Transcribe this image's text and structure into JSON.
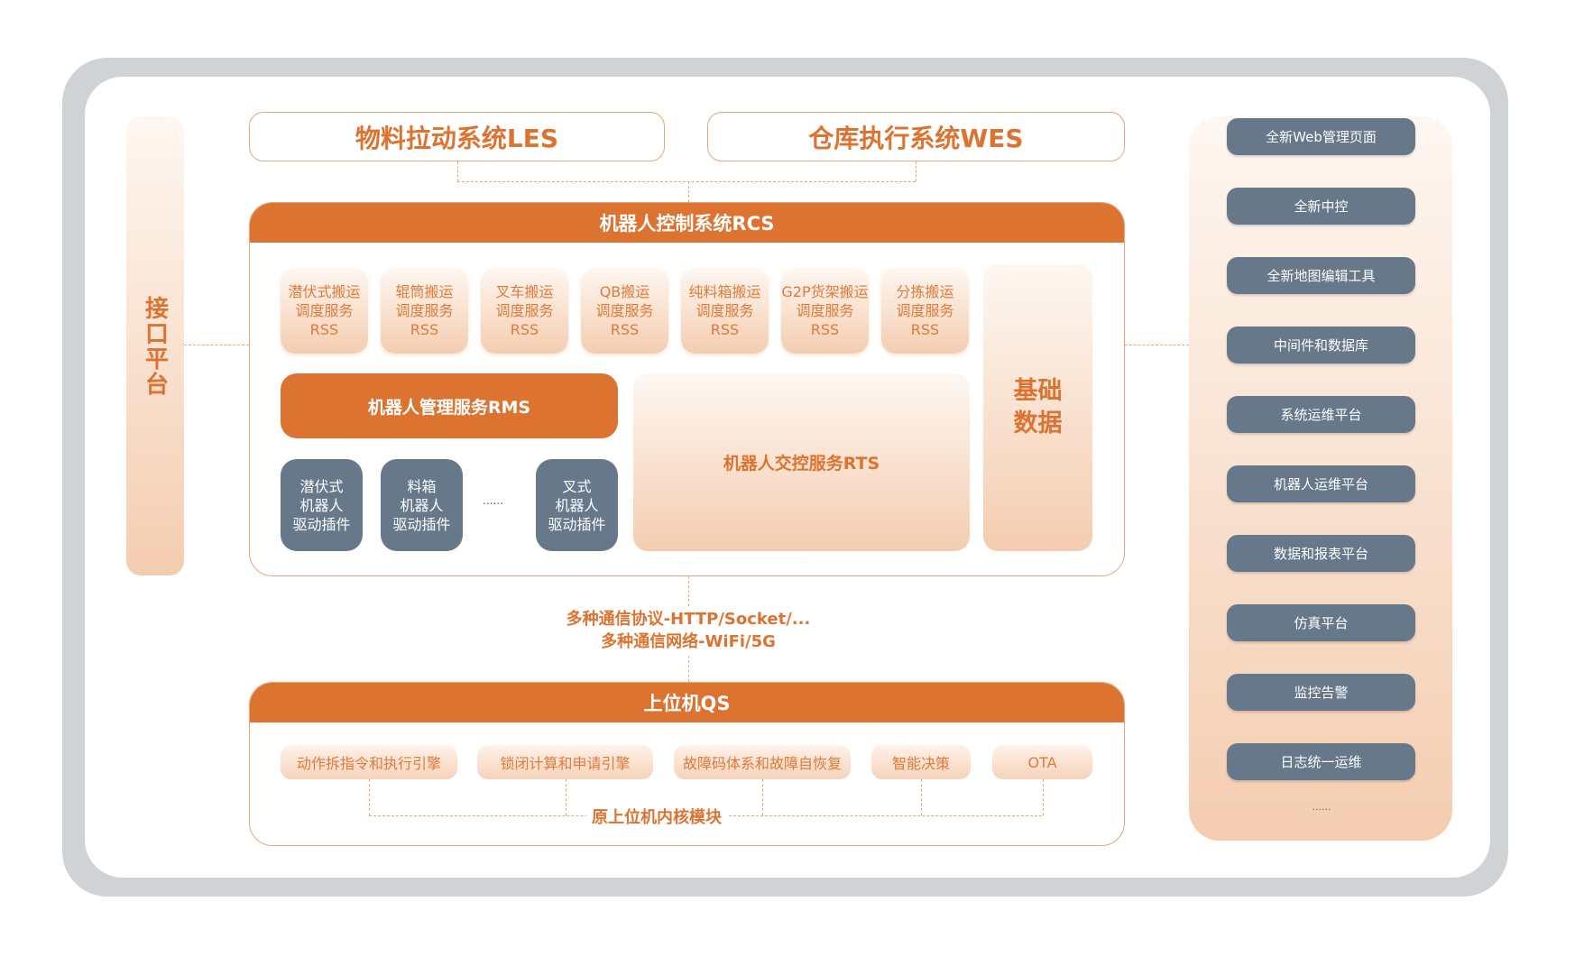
{
  "interface_platform": "接口平台",
  "top_systems": [
    "物料拉动系统LES",
    "仓库执行系统WES"
  ],
  "rcs": {
    "title": "机器人控制系统RCS",
    "rss": [
      [
        "潜伏式搬运",
        "调度服务",
        "RSS"
      ],
      [
        "辊筒搬运",
        "调度服务",
        "RSS"
      ],
      [
        "叉车搬运",
        "调度服务",
        "RSS"
      ],
      [
        "QB搬运",
        "调度服务",
        "RSS"
      ],
      [
        "纯料箱搬运",
        "调度服务",
        "RSS"
      ],
      [
        "G2P货架搬运",
        "调度服务",
        "RSS"
      ],
      [
        "分拣搬运",
        "调度服务",
        "RSS"
      ]
    ],
    "rms": "机器人管理服务RMS",
    "rts": "机器人交控服务RTS",
    "base_data": "基础数据",
    "drivers": [
      [
        "潜伏式",
        "机器人",
        "驱动插件"
      ],
      [
        "料箱",
        "机器人",
        "驱动插件"
      ],
      [
        "叉式",
        "机器人",
        "驱动插件"
      ]
    ],
    "ellipsis": "......"
  },
  "protocols": [
    "多种通信协议-HTTP/Socket/...",
    "多种通信网络-WiFi/5G"
  ],
  "qs": {
    "title": "上位机QS",
    "modules": [
      "动作拆指令和执行引擎",
      "锁闭计算和申请引擎",
      "故障码体系和故障自恢复",
      "智能决策",
      "OTA"
    ],
    "core_label": "原上位机内核模块"
  },
  "right_panel": {
    "items": [
      "全新Web管理页面",
      "全新中控",
      "全新地图编辑工具",
      "中间件和数据库",
      "系统运维平台",
      "机器人运维平台",
      "数据和报表平台",
      "仿真平台",
      "监控告警",
      "日志统一运维"
    ],
    "ellipsis": "......"
  }
}
